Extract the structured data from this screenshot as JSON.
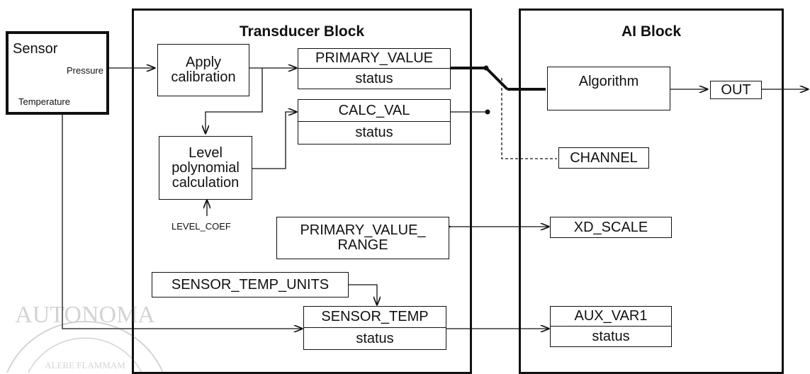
{
  "transducer_block": {
    "title": "Transducer Block"
  },
  "ai_block": {
    "title": "AI Block"
  },
  "sensor": {
    "label": "Sensor",
    "pressure": "Pressure",
    "temperature": "Temperature"
  },
  "apply_calibration": {
    "label": "Apply calibration"
  },
  "primary_value": {
    "label": "PRIMARY_VALUE",
    "status": "status"
  },
  "calc_val": {
    "label": "CALC_VAL",
    "status": "status"
  },
  "level_polynomial": {
    "label": "Level polynomial calculation"
  },
  "level_coef": {
    "label": "LEVEL_COEF"
  },
  "primary_value_range": {
    "line1": "PRIMARY_VALUE_",
    "line2": "RANGE"
  },
  "sensor_temp_units": {
    "label": "SENSOR_TEMP_UNITS"
  },
  "sensor_temp": {
    "label": "SENSOR_TEMP",
    "status": "status"
  },
  "algorithm": {
    "label": "Algorithm"
  },
  "out": {
    "label": "OUT"
  },
  "channel": {
    "label": "CHANNEL"
  },
  "xd_scale": {
    "label": "XD_SCALE"
  },
  "aux_var1": {
    "label": "AUX_VAR1",
    "status": "status"
  },
  "watermark": {
    "text": "AUTONOMA",
    "motto": "ALERE FLAMMAM"
  }
}
